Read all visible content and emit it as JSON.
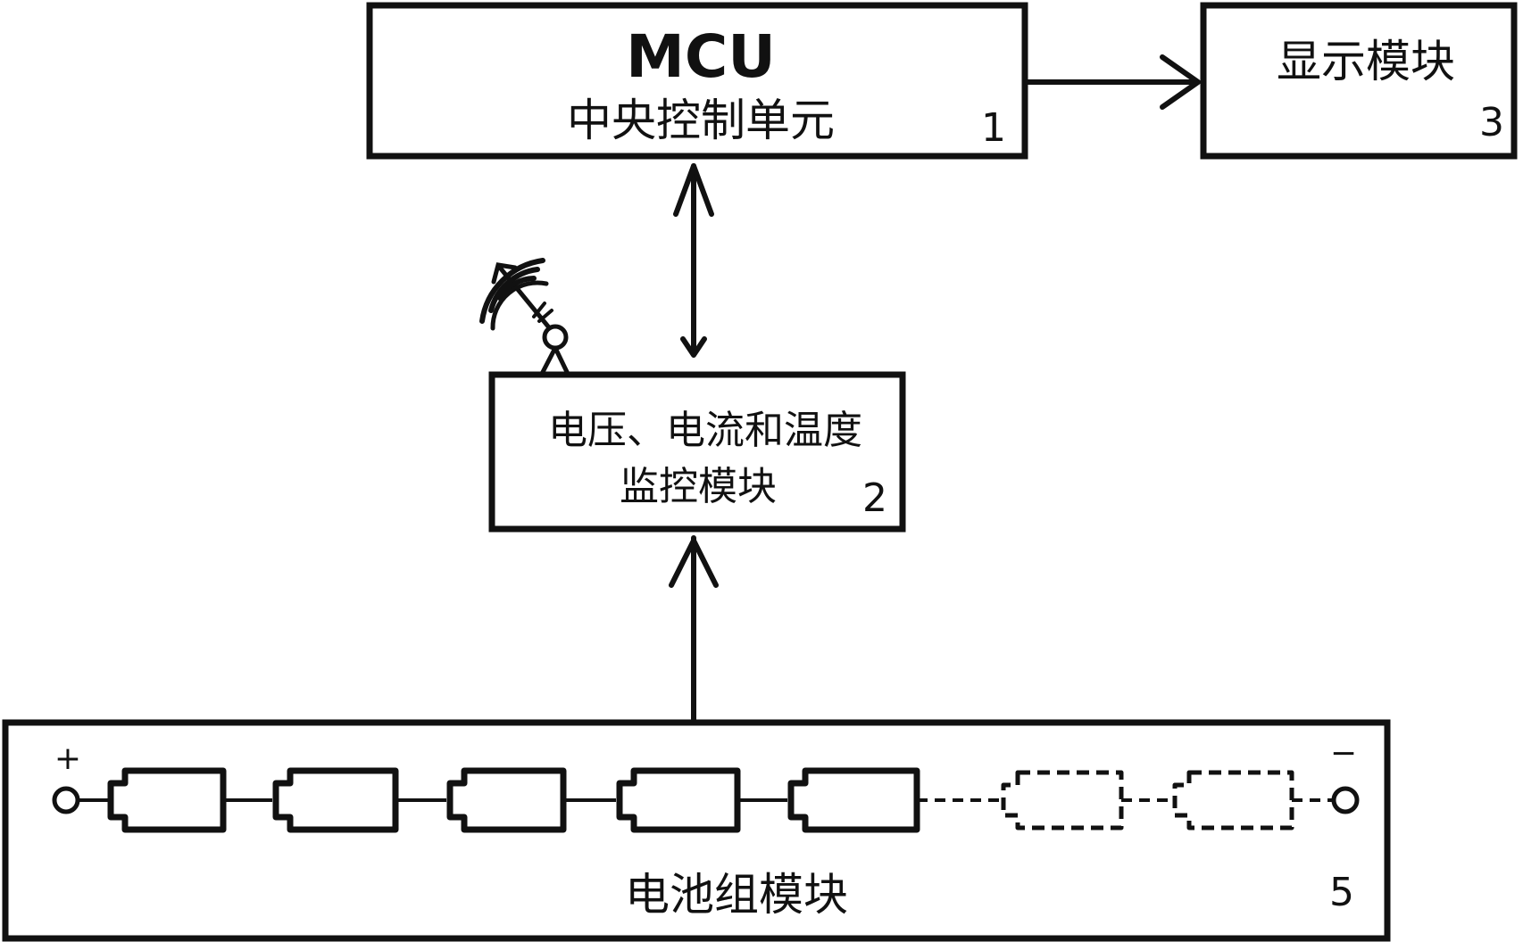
{
  "mcu": {
    "title": "MCU",
    "subtitle": "中央控制单元",
    "number": "1"
  },
  "display": {
    "label": "显示模块",
    "number": "3"
  },
  "monitor": {
    "line1": "电压、电流和温度",
    "line2": "监控模块",
    "number": "2"
  },
  "battery": {
    "label": "电池组模块",
    "number": "5",
    "plus": "+",
    "minus": "−",
    "solid_cells": 5,
    "dashed_cells": 2
  },
  "colors": {
    "ink": "#111111",
    "background": "#ffffff"
  },
  "icons": {
    "antenna": "wireless-antenna-icon"
  }
}
